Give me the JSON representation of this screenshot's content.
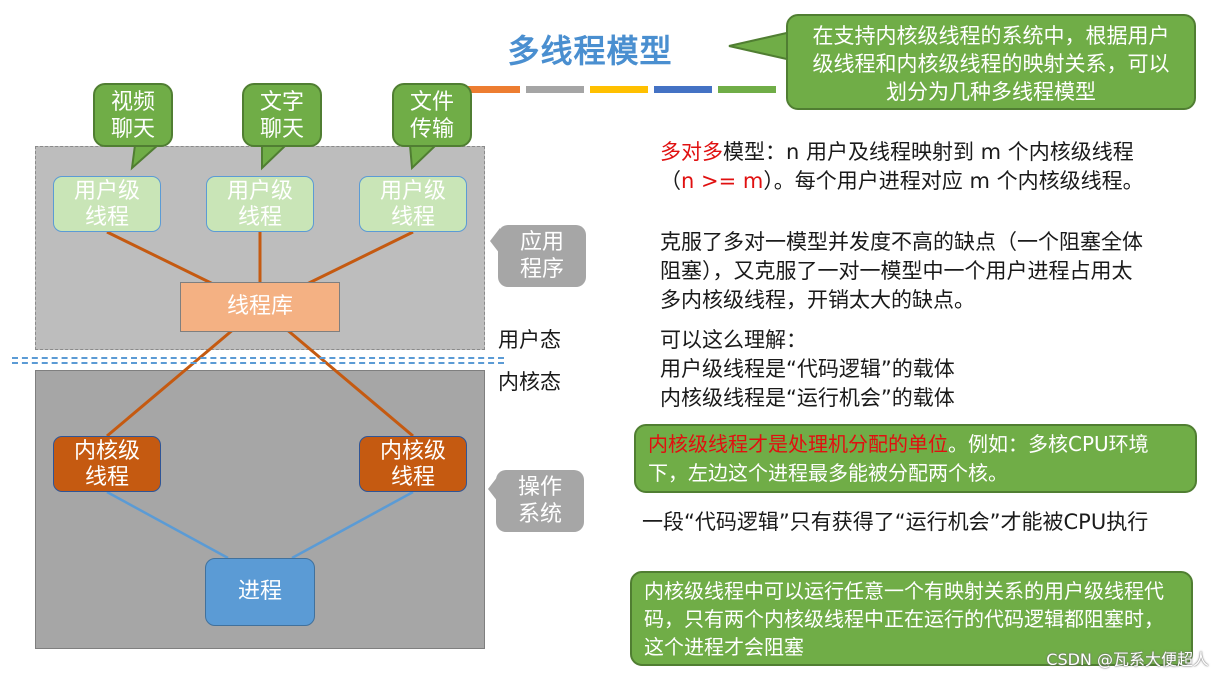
{
  "title": "多线程模型",
  "title_callout": "在支持内核级线程的系统中，根据用户级线程和内核级线程的映射关系，可以划分为几种多线程模型",
  "deco_colors": [
    "#ed7d31",
    "#a5a5a5",
    "#ffc000",
    "#4472c4",
    "#70ad47"
  ],
  "app_callouts": [
    {
      "line1": "视频",
      "line2": "聊天"
    },
    {
      "line1": "文字",
      "line2": "聊天"
    },
    {
      "line1": "文件",
      "line2": "传输"
    }
  ],
  "user_threads": [
    {
      "line1": "用户级",
      "line2": "线程"
    },
    {
      "line1": "用户级",
      "line2": "线程"
    },
    {
      "line1": "用户级",
      "line2": "线程"
    }
  ],
  "thread_library": "线程库",
  "app_label": {
    "line1": "应用",
    "line2": "程序"
  },
  "user_mode": "用户态",
  "kernel_mode": "内核态",
  "kernel_threads": [
    {
      "line1": "内核级",
      "line2": "线程"
    },
    {
      "line1": "内核级",
      "line2": "线程"
    }
  ],
  "process": "进程",
  "os_label": {
    "line1": "操作",
    "line2": "系统"
  },
  "para1": {
    "highlight": "多对多",
    "text_a": "模型：n 用户及线程映射到 m 个内核级线程（",
    "highlight2": "n >= m",
    "text_b": "）。每个用户进程对应 m 个内核级线程。"
  },
  "para2": "克服了多对一模型并发度不高的缺点（一个阻塞全体阻塞），又克服了一对一模型中一个用户进程占用太多内核级线程，开销太大的缺点。",
  "para3": {
    "line1": "可以这么理解：",
    "line2": "用户级线程是“代码逻辑”的载体",
    "line3": "内核级线程是“运行机会”的载体"
  },
  "box1": {
    "highlight": "内核级线程才是处理机分配的单位",
    "text": "。例如：多核CPU环境下，左边这个进程最多能被分配两个核。"
  },
  "para4": "一段“代码逻辑”只有获得了“运行机会”才能被CPU执行",
  "box2": "内核级线程中可以运行任意一个有映射关系的用户级线程代码，只有两个内核级线程中正在运行的代码逻辑都阻塞时，这个进程才会阻塞",
  "watermark": "CSDN @瓦系大便超人"
}
